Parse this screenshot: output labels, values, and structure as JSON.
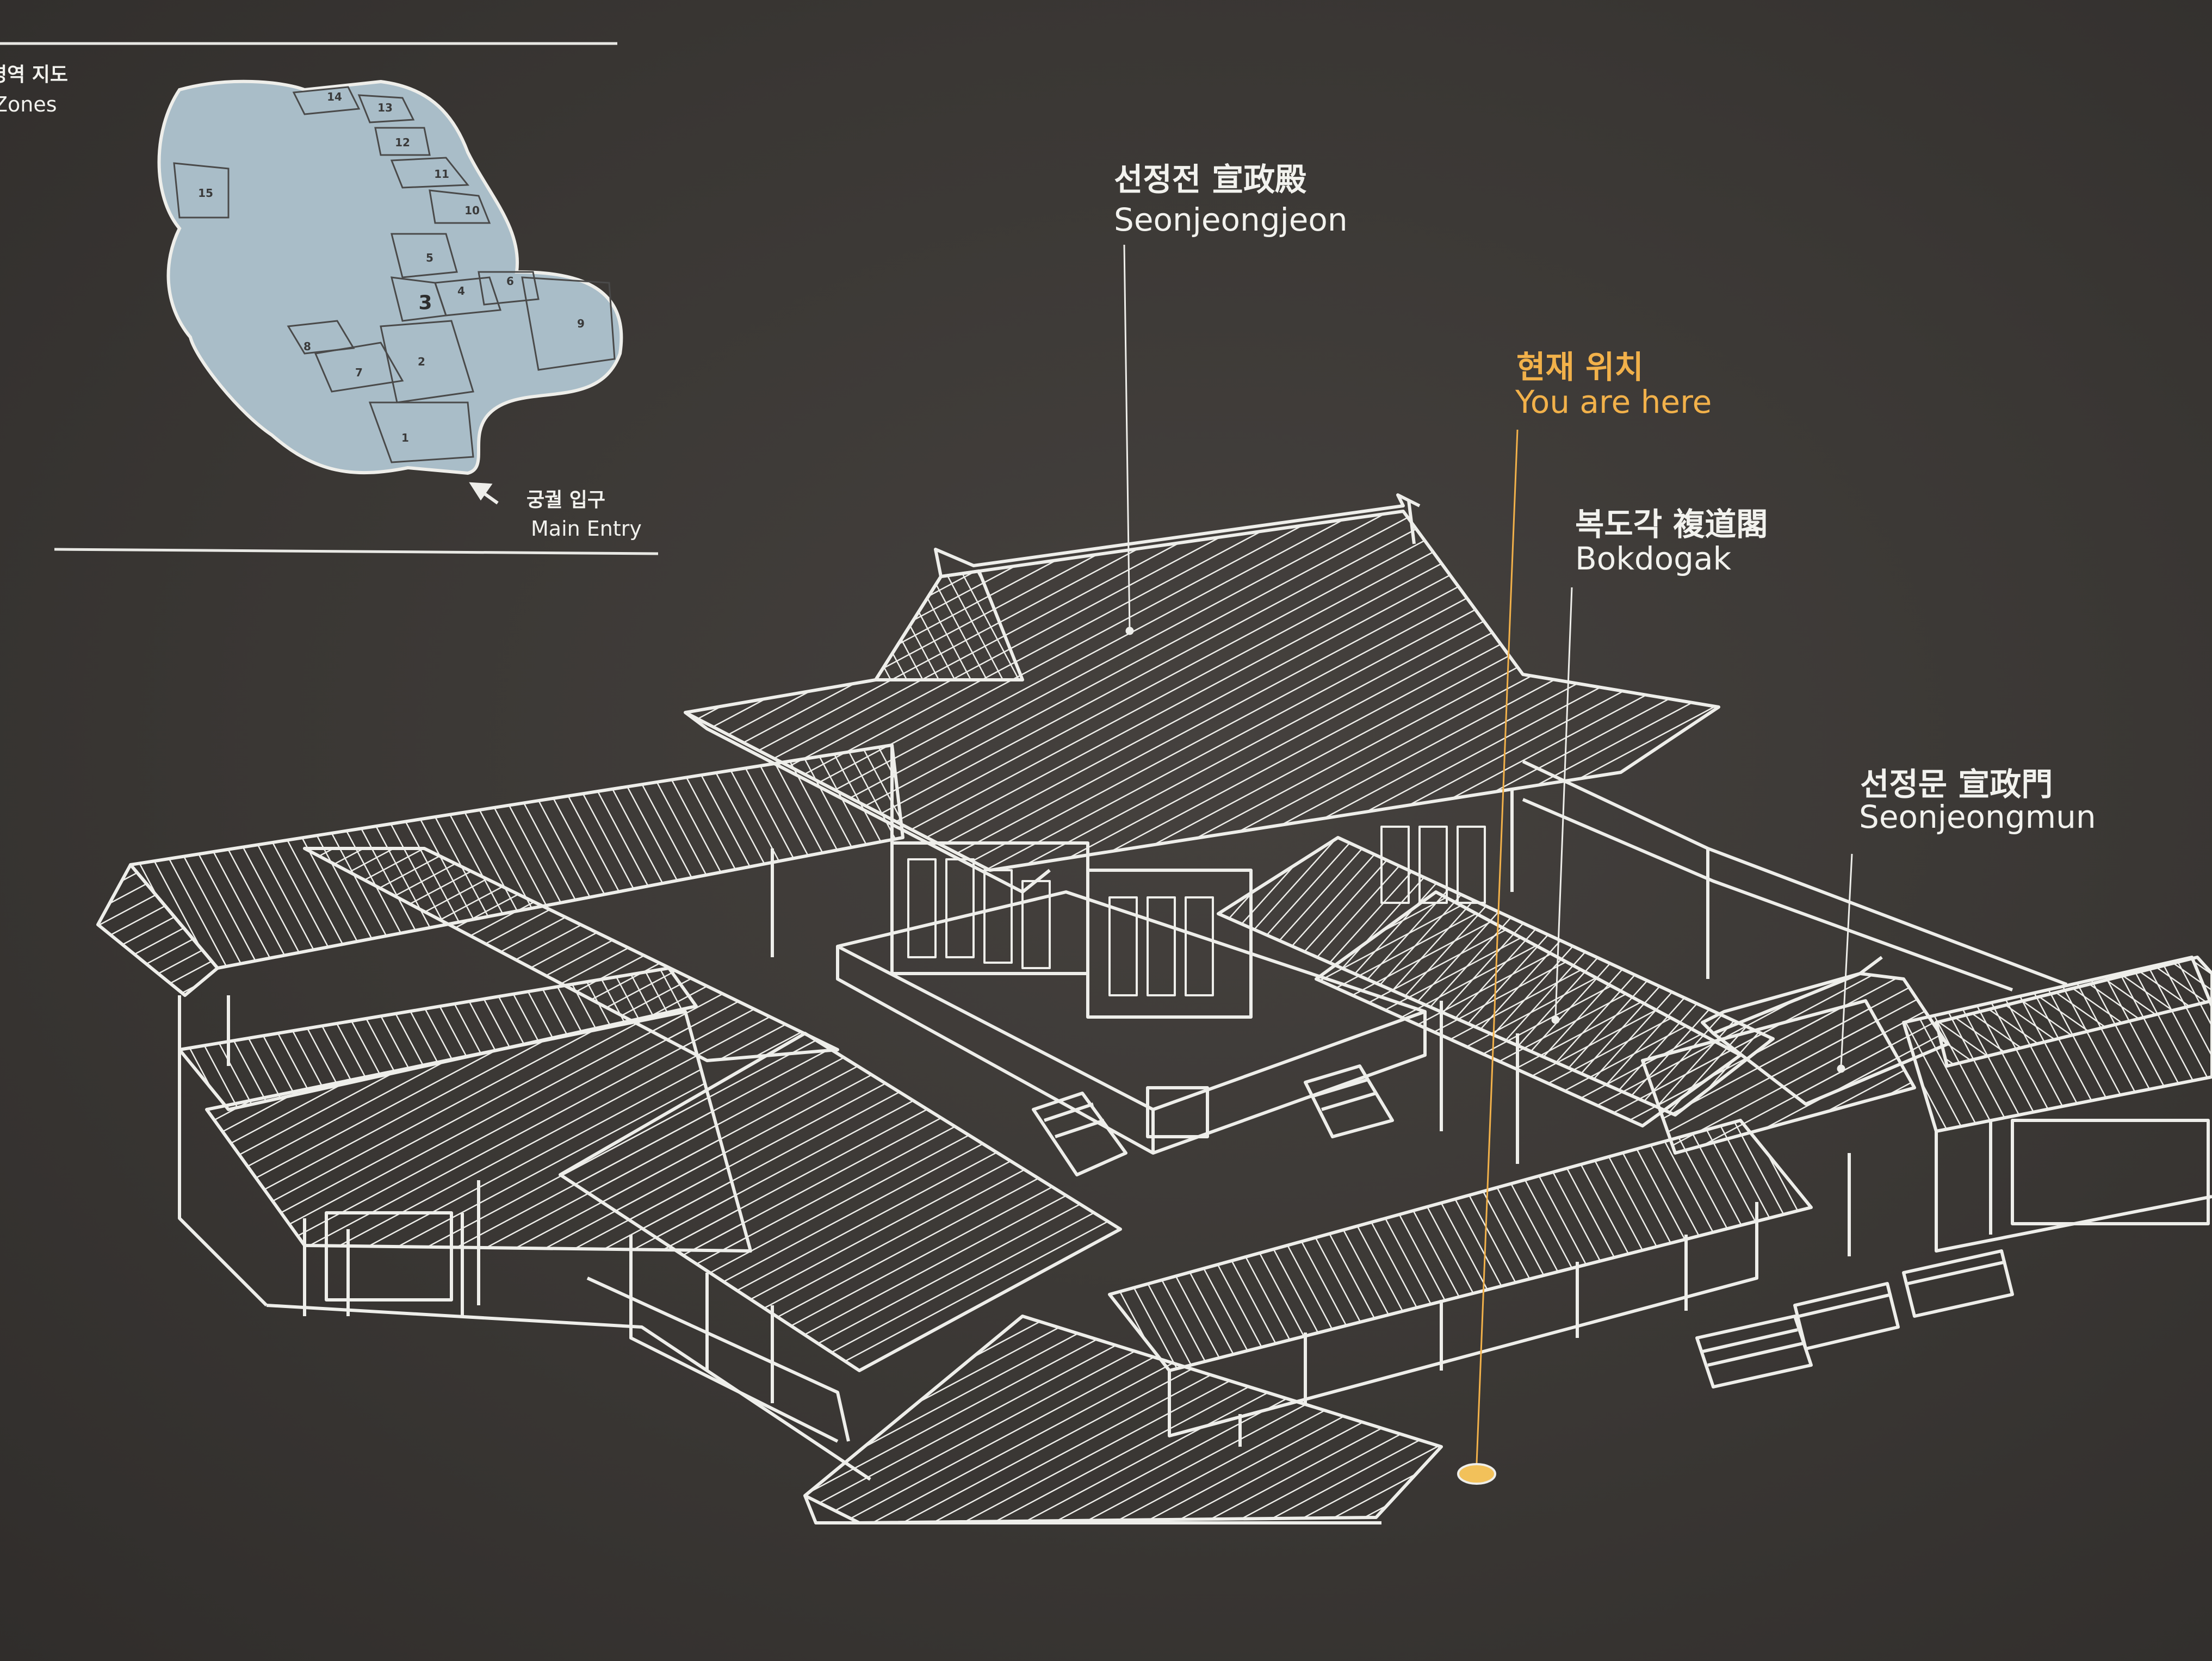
{
  "minimap": {
    "title_ko": "영역 지도",
    "title_en": "Zones",
    "entry_ko": "궁궐 입구",
    "entry_en": "Main Entry",
    "entry_icon": "arrow-up-left-icon",
    "current_zone": "3",
    "zones": [
      "1",
      "2",
      "3",
      "4",
      "5",
      "6",
      "7",
      "8",
      "9",
      "10",
      "11",
      "12",
      "13",
      "14",
      "15"
    ]
  },
  "labels": {
    "seonjeongjeon": {
      "ko": "선정전 宣政殿",
      "en": "Seonjeongjeon"
    },
    "you_are_here": {
      "ko": "현재 위치",
      "en": "You are here"
    },
    "bokdogak": {
      "ko": "복도각 複道閣",
      "en": "Bokdogak"
    },
    "seonjeongmun": {
      "ko": "선정문 宣政門",
      "en": "Seonjeongmun"
    }
  },
  "colors": {
    "background": "#3b3836",
    "lines": "#f2f2ee",
    "highlight": "#f2b14a",
    "minimap_fill": "#a9bdc8"
  }
}
